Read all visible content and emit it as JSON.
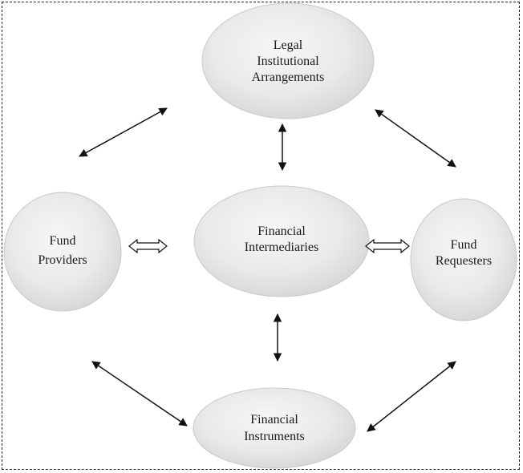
{
  "nodes": {
    "legal": [
      "Legal",
      "Institutional",
      "Arrangements"
    ],
    "providers": [
      "Fund",
      "Providers"
    ],
    "intermediaries": [
      "Financial",
      "Intermediaries"
    ],
    "requesters": [
      "Fund",
      "Requesters"
    ],
    "instruments": [
      "Financial",
      "Instruments"
    ]
  }
}
